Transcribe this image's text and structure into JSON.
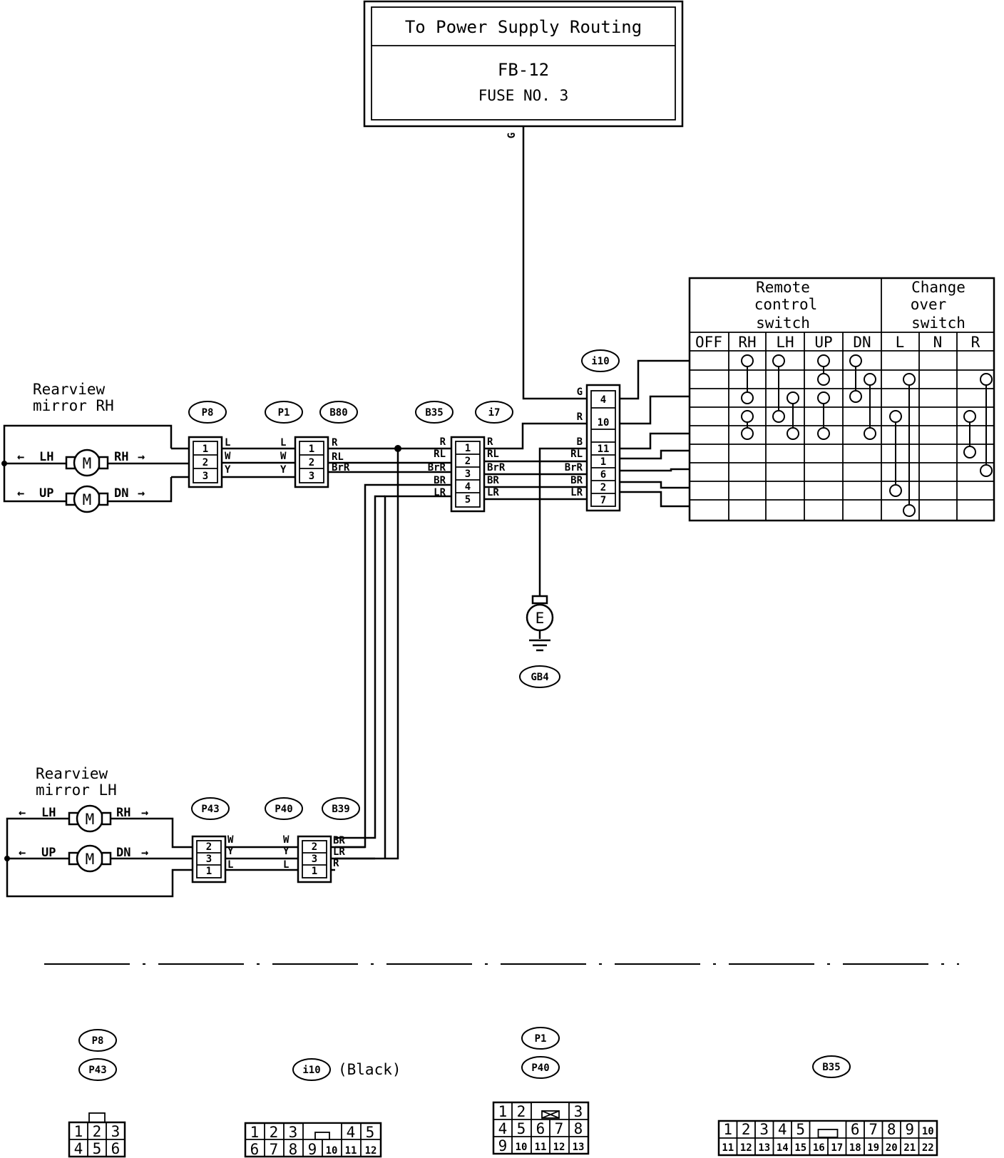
{
  "power_box": {
    "title": "To Power Supply Routing",
    "code": "FB-12",
    "fuse": "FUSE NO. 3",
    "wire": "G"
  },
  "mirror_rh": {
    "title_line1": "Rearview",
    "title_line2": "mirror RH",
    "motor1_left": "LH",
    "motor1_right": "RH",
    "motor2_left": "UP",
    "motor2_right": "DN"
  },
  "mirror_lh": {
    "title_line1": "Rearview",
    "title_line2": "mirror LH",
    "motor1_left": "LH",
    "motor1_right": "RH",
    "motor2_left": "UP",
    "motor2_right": "DN"
  },
  "connectors": {
    "P8": "P8",
    "P1": "P1",
    "B80": "B80",
    "B35": "B35",
    "i7": "i7",
    "i10": "i10",
    "P43": "P43",
    "P40": "P40",
    "B39": "B39",
    "GB4": "GB4"
  },
  "pins": {
    "p8": [
      "1",
      "2",
      "3"
    ],
    "b80": [
      "1",
      "2",
      "3"
    ],
    "b35": [
      "1",
      "2",
      "3",
      "4",
      "5"
    ],
    "i10": [
      "4",
      "10",
      "",
      "11",
      "1",
      "6",
      "2",
      "7"
    ],
    "p43": [
      "2",
      "3",
      "1"
    ],
    "b39": [
      "2",
      "3",
      "1"
    ]
  },
  "wire_colors": {
    "p8_out": [
      "L",
      "W",
      "Y"
    ],
    "p1_in": [
      "L",
      "W",
      "Y"
    ],
    "b80_out": [
      "R",
      "RL",
      "BrR"
    ],
    "b35_in": [
      "R",
      "RL",
      "BrR",
      "BR",
      "LR"
    ],
    "i7_out": [
      "R",
      "RL",
      "BrR",
      "BR",
      "LR"
    ],
    "i10_in": [
      "G",
      "R",
      "B",
      "RL",
      "BrR",
      "BR",
      "LR"
    ],
    "p43_out": [
      "W",
      "Y",
      "L"
    ],
    "p40_in": [
      "W",
      "Y",
      "L"
    ],
    "b39_out": [
      "BR",
      "LR",
      "R"
    ]
  },
  "ground": {
    "symbol": "E"
  },
  "switch_table": {
    "remote_line1": "Remote",
    "remote_line2": "control",
    "remote_line3": "switch",
    "change_line1": "Change",
    "change_line2": "over",
    "change_line3": "switch",
    "columns": [
      "OFF",
      "RH",
      "LH",
      "UP",
      "DN",
      "L",
      "N",
      "R"
    ]
  },
  "bottom": {
    "label_p8": "P8",
    "label_p43": "P43",
    "label_i10": "i10",
    "black": "(Black)",
    "label_p1": "P1",
    "label_p40": "P40",
    "label_b35": "B35",
    "face_p8_top": [
      "1",
      "2",
      "3"
    ],
    "face_p8_bot": [
      "4",
      "5",
      "6"
    ],
    "face_i10_top": [
      "1",
      "2",
      "3",
      "4",
      "5"
    ],
    "face_i10_bot": [
      "6",
      "7",
      "8",
      "9",
      "10",
      "11",
      "12"
    ],
    "face_p1_r1": [
      "1",
      "2",
      "3"
    ],
    "face_p1_r2": [
      "4",
      "5",
      "6",
      "7",
      "8"
    ],
    "face_p1_r3": [
      "9",
      "10",
      "11",
      "12",
      "13"
    ],
    "face_b35_top": [
      "1",
      "2",
      "3",
      "4",
      "5",
      "6",
      "7",
      "8",
      "9",
      "10"
    ],
    "face_b35_bot": [
      "11",
      "12",
      "13",
      "14",
      "15",
      "16",
      "17",
      "18",
      "19",
      "20",
      "21",
      "22"
    ]
  }
}
